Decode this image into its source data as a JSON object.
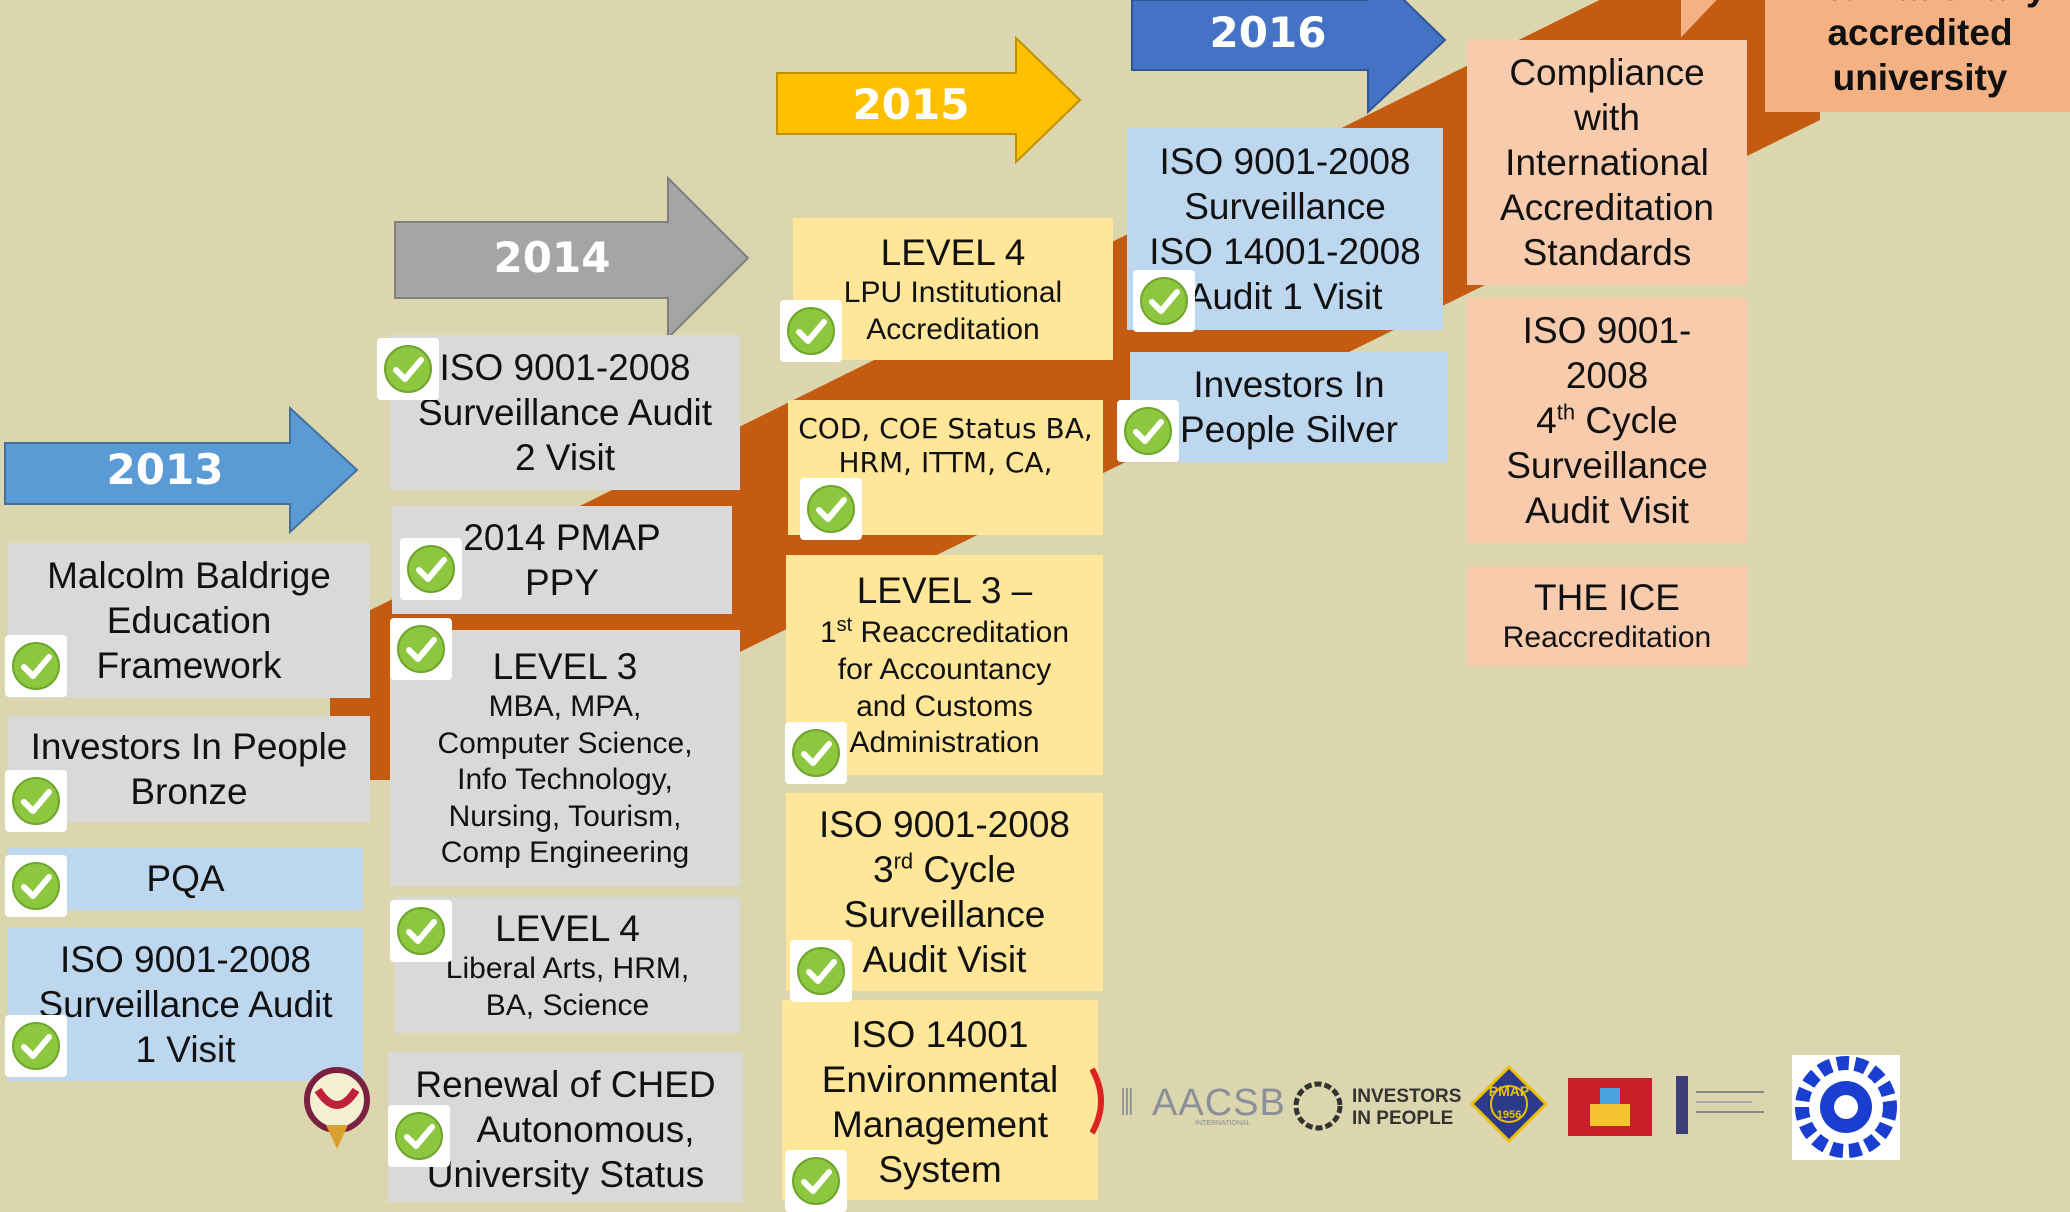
{
  "years": {
    "y2013": "2013",
    "y2014": "2014",
    "y2015": "2015",
    "y2016": "2016"
  },
  "col2013": {
    "malcolm": [
      "Malcolm Baldrige",
      "Education",
      "Framework"
    ],
    "iip_bronze": [
      "Investors In People",
      "Bronze"
    ],
    "pqa": "PQA",
    "iso_surv1": [
      "ISO  9001-2008",
      "Surveillance  Audit",
      "1  Visit"
    ]
  },
  "col2014": {
    "iso_surv2": [
      "ISO  9001-2008",
      "Surveillance  Audit",
      "2 Visit"
    ],
    "pmap": [
      "2014 PMAP",
      "PPY"
    ],
    "level3_title": "LEVEL 3",
    "level3_programs": [
      "MBA, MPA,",
      "Computer Science,",
      "Info Technology,",
      "Nursing, Tourism,",
      "Comp  Engineering"
    ],
    "level4_title": "LEVEL 4",
    "level4_programs": [
      "Liberal Arts, HRM,",
      "BA, Science"
    ],
    "ched": [
      "Renewal  of CHED",
      "Autonomous,",
      "University Status"
    ]
  },
  "col2015": {
    "level4_title": "LEVEL 4",
    "level4_sub": [
      "LPU Institutional",
      "Accreditation"
    ],
    "cod": [
      "COD, COE Status BA,",
      "HRM, ITTM, CA,"
    ],
    "level3_title": "LEVEL 3 –",
    "level3_sub_pre": "1",
    "level3_sub_sup": "st",
    "level3_sub_post": " Reaccreditation",
    "level3_lines": [
      "for Accountancy",
      "and Customs",
      "Administration"
    ],
    "iso_title": "ISO  9001-2008",
    "iso_cycle_pre": "3",
    "iso_cycle_sup": "rd",
    "iso_cycle_post": " Cycle",
    "iso_lines": [
      "Surveillance",
      "Audit  Visit"
    ],
    "iso14001": [
      "ISO 14001",
      "Environmental",
      "Management",
      "System"
    ]
  },
  "col2016": {
    "iso_both": [
      "ISO  9001-2008",
      "Surveillance",
      "ISO 14001-2008",
      "Audit 1 Visit"
    ],
    "iip_silver": [
      "Investors In",
      "People Silver"
    ]
  },
  "col2017": {
    "compliance": [
      "Compliance",
      "with",
      "International",
      "Accreditation",
      "Standards"
    ],
    "iso_title": [
      "ISO  9001-",
      "2008"
    ],
    "iso_cycle_pre": "4",
    "iso_cycle_sup": "th",
    "iso_cycle_post": " Cycle",
    "iso_lines": [
      "Surveillance",
      "Audit  Visit"
    ],
    "ice_title": "THE ICE",
    "ice_sub": "Reaccreditation",
    "goal": [
      "internationally",
      "accredited",
      "university"
    ]
  },
  "logos": {
    "aacsb": "AACSB",
    "aacsb_sub": "INTERNATIONAL",
    "iip_1": "INVESTORS",
    "iip_2": "IN PEOPLE",
    "pmap_top": "PMAP",
    "pmap_year": "1956"
  },
  "colors": {
    "timeline": "#c55a11",
    "arrow2013": "#5b9bd5",
    "arrow2014": "#a5a5a5",
    "arrow2015": "#ffc000",
    "arrow2016": "#4472c4",
    "check": "#8dc63f"
  }
}
